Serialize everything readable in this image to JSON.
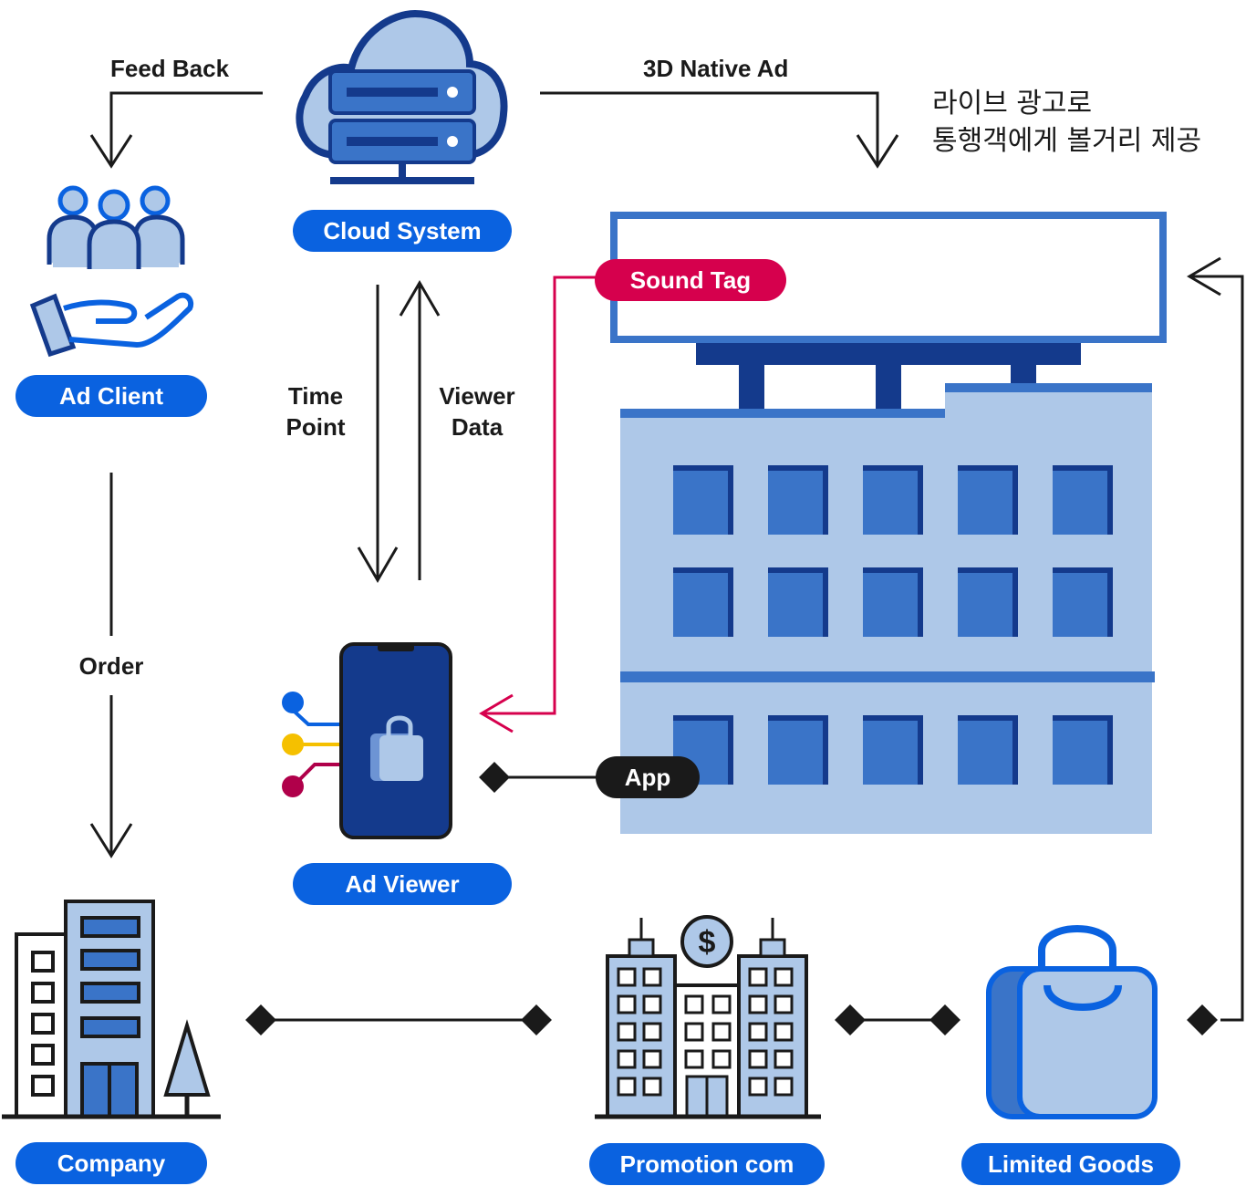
{
  "labels": {
    "feed_back": "Feed Back",
    "native_ad": "3D Native Ad",
    "korean_line1": "라이브 광고로",
    "korean_line2": "통행객에게 볼거리 제공",
    "time_point_1": "Time",
    "time_point_2": "Point",
    "viewer_data_1": "Viewer",
    "viewer_data_2": "Data",
    "order": "Order"
  },
  "pills": {
    "cloud_system": "Cloud System",
    "ad_client": "Ad Client",
    "sound_tag": "Sound Tag",
    "app": "App",
    "ad_viewer": "Ad Viewer",
    "company": "Company",
    "promotion_com": "Promotion com",
    "limited_goods": "Limited Goods"
  },
  "colors": {
    "primary_blue": "#0a62e0",
    "sound_red": "#d6004d",
    "navy": "#143a8c",
    "light_blue": "#aec8e8",
    "mid_blue": "#3a74c8",
    "line": "#1a1a1a",
    "yellow": "#f5c000",
    "magenta": "#b0004a"
  },
  "icons": [
    "cloud-server-icon",
    "people-hand-icon",
    "billboard-building-icon",
    "smartphone-icon",
    "company-building-icon",
    "bank-building-icon",
    "shopping-bag-icon"
  ]
}
